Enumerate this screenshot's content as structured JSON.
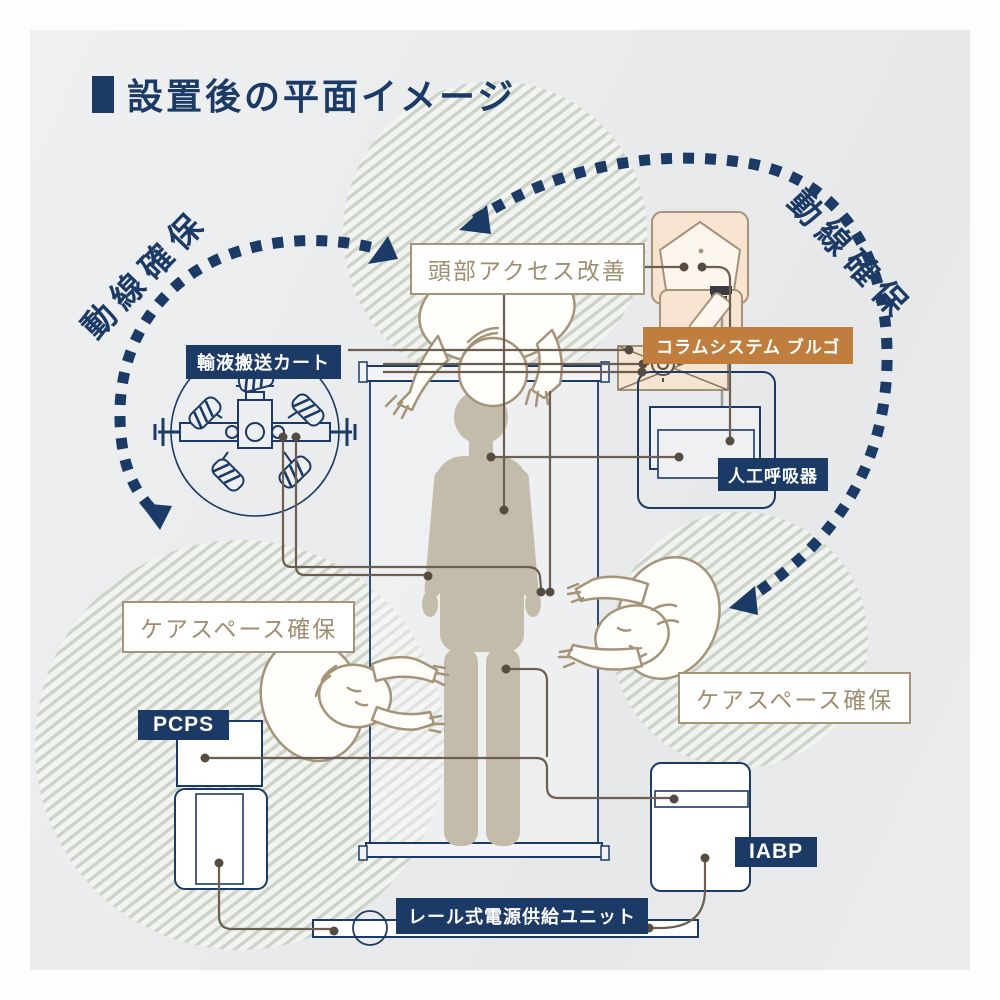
{
  "title": {
    "text": "設置後の平面イメージ"
  },
  "flow_arrows": {
    "left": "動線確保",
    "right": "動線確保"
  },
  "labels": {
    "head_access": "頭部アクセス改善",
    "iv_cart": "輸液搬送カート",
    "column_system": "コラムシステム ブルゴ",
    "ventilator": "人工呼吸器",
    "care_space_left": "ケアスペース確保",
    "care_space_right": "ケアスペース確保",
    "pcps": "PCPS",
    "iabp": "IABP",
    "rail_power": "レール式電源供給ユニット"
  },
  "colors": {
    "navy": "#1b3a66",
    "orange": "#c07e3e",
    "tan_border": "#a59478",
    "tan_text": "#a08e70",
    "peach": "#f8e4d1",
    "cable_brown": "#6e5e50",
    "dot_brown": "#564b40",
    "silhouette_taupe": "#c4bcaa",
    "background_gray": "#e9ebed",
    "hatch_green": "#c9d1c5"
  }
}
